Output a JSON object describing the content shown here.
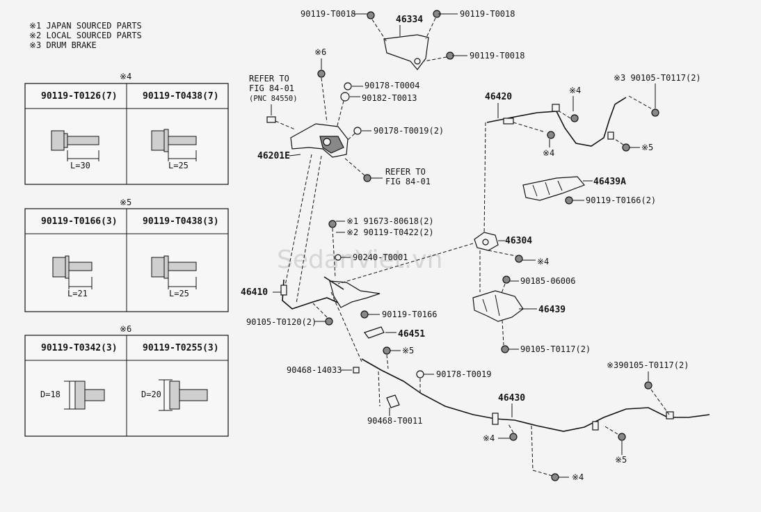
{
  "notes": [
    "※1 JAPAN SOURCED PARTS",
    "※2 LOCAL SOURCED PARTS",
    "※3 DRUM BRAKE"
  ],
  "tables": [
    {
      "mark": "※4",
      "cols": [
        {
          "part": "90119-T0126(7)",
          "dim": "L=30"
        },
        {
          "part": "90119-T0438(7)",
          "dim": "L=25"
        }
      ]
    },
    {
      "mark": "※5",
      "cols": [
        {
          "part": "90119-T0166(3)",
          "dim": "L=21"
        },
        {
          "part": "90119-T0438(3)",
          "dim": "L=25"
        }
      ]
    },
    {
      "mark": "※6",
      "cols": [
        {
          "part": "90119-T0342(3)",
          "dim": "D=18"
        },
        {
          "part": "90119-T0255(3)",
          "dim": "D=20"
        }
      ]
    }
  ],
  "labels": {
    "p_90119_T0018_a": "90119-T0018",
    "p_46334": "46334",
    "p_90119_T0018_b": "90119-T0018",
    "p_90119_T0018_c": "90119-T0018",
    "mark6": "※6",
    "refer1_l1": "REFER TO",
    "refer1_l2": "FIG 84-01",
    "refer1_l3": "(PNC 84550)",
    "p_90178_T0004": "90178-T0004",
    "p_90182_T0013": "90182-T0013",
    "p_90178_T0019_2": "90178-T0019(2)",
    "p_46201E": "46201E",
    "refer2_l1": "REFER TO",
    "refer2_l2": "FIG 84-01",
    "p_46420": "46420",
    "mark4_a": "※4",
    "p_3_90105_T0117_2": "※3 90105-T0117(2)",
    "mark4_b": "※4",
    "mark5_a": "※5",
    "p_46439A": "46439A",
    "p_90119_T0166_2": "90119-T0166(2)",
    "p_91673": "※1 91673-80618(2)",
    "p_90119_T0422": "※2 90119-T0422(2)",
    "p_46304": "46304",
    "p_90240": "90240-T0001",
    "mark4_c": "※4",
    "p_90185": "90185-06006",
    "p_46410": "46410",
    "p_46439": "46439",
    "p_90105_T0120": "90105-T0120(2)",
    "p_90119_T0166": "90119-T0166",
    "p_46451": "46451",
    "mark5_b": "※5",
    "p_90105_T0117_2b": "90105-T0117(2)",
    "p_90468_14033": "90468-14033",
    "p_90178_T0019": "90178-T0019",
    "p_3_90105_T0117_2b": "※390105-T0117(2)",
    "p_46430": "46430",
    "p_90468_T0011": "90468-T0011",
    "mark4_d": "※4",
    "mark5_c": "※5",
    "mark4_e": "※4"
  },
  "watermark": "SedanViet.vn"
}
